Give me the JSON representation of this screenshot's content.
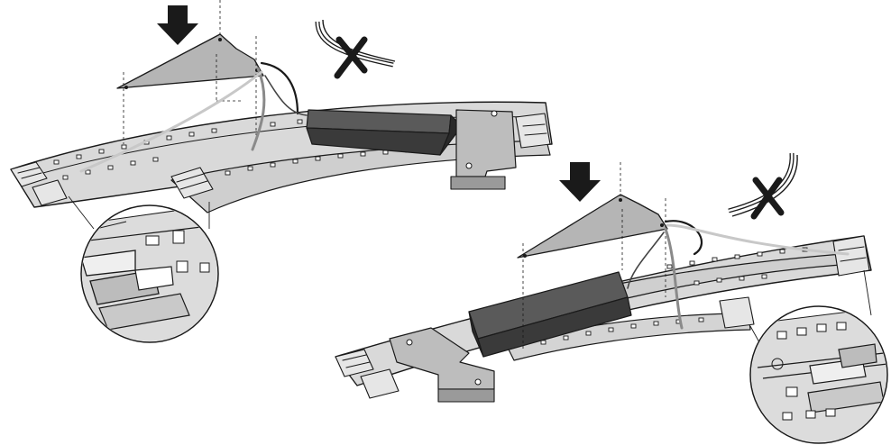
{
  "figure": {
    "steps": [
      {
        "name": "step-left",
        "action": "press-down",
        "wire": "remove"
      },
      {
        "name": "step-right",
        "action": "press-down",
        "wire": "remove"
      }
    ],
    "detail_views": 2,
    "colors": {
      "track_fill": "#d9d9d9",
      "track_dark": "#a9a9a9",
      "motor_box": "#3a3a3a",
      "cover_plate": "#b5b5b5",
      "arrow": "#1a1a1a",
      "line": "#1a1a1a"
    }
  }
}
